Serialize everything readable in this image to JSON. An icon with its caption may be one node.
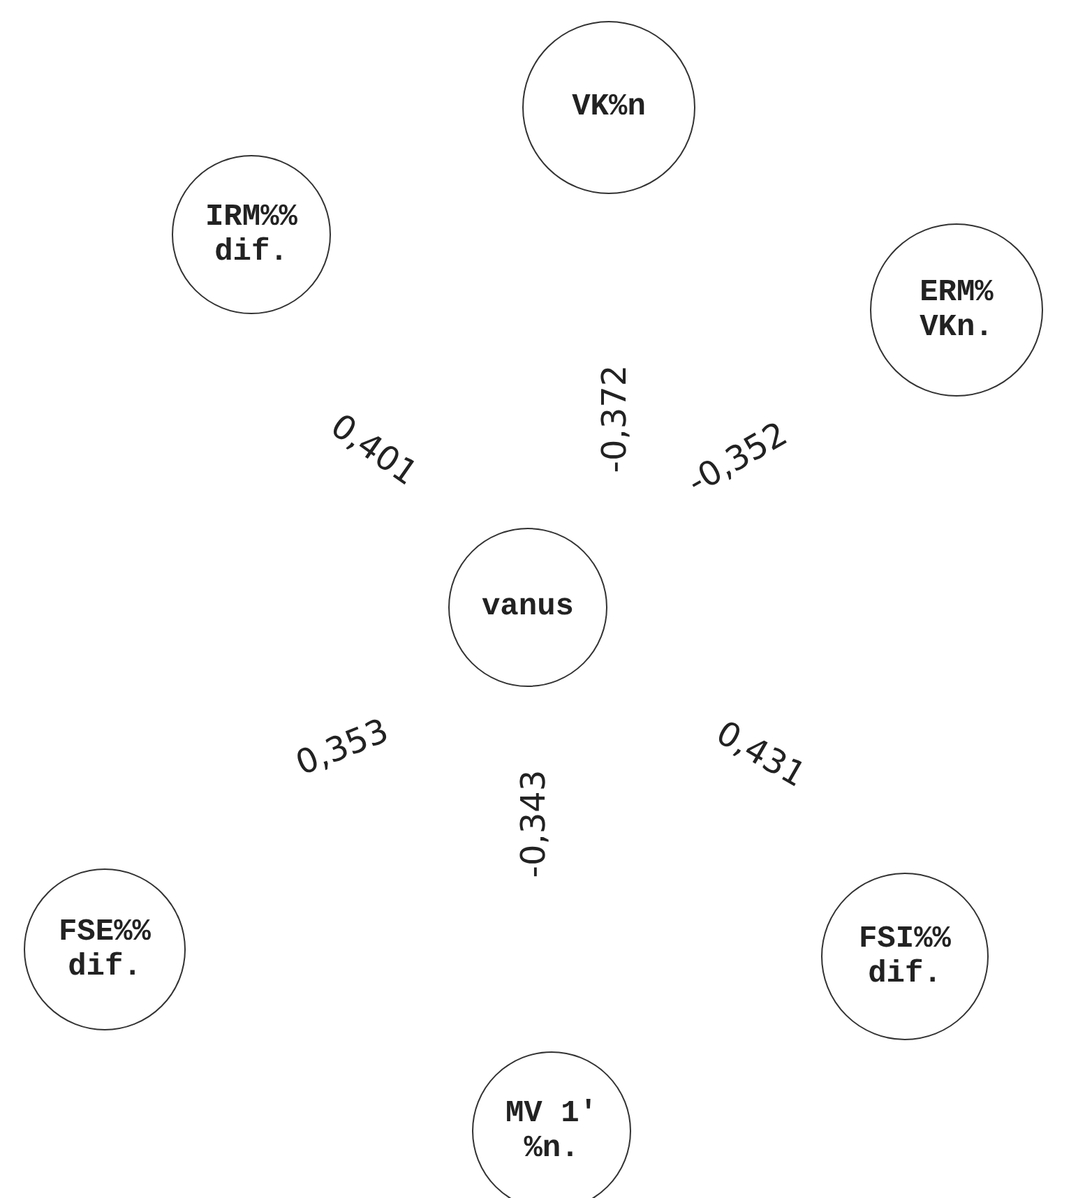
{
  "diagram": {
    "nodes": [
      {
        "text": [
          "VK%n"
        ]
      },
      {
        "text": [
          "IRM%% dif."
        ]
      },
      {
        "text": [
          "ERM% VKn."
        ]
      },
      {
        "text": [
          "vanus"
        ]
      },
      {
        "text": [
          "FSE%% dif."
        ]
      },
      {
        "text": [
          "FSI%% dif."
        ]
      },
      {
        "text": [
          "MV 1' %n."
        ]
      }
    ],
    "labels": [
      "-0,372",
      "0,401",
      "-0,352",
      "0,353",
      "0,431",
      "-0,343"
    ]
  }
}
